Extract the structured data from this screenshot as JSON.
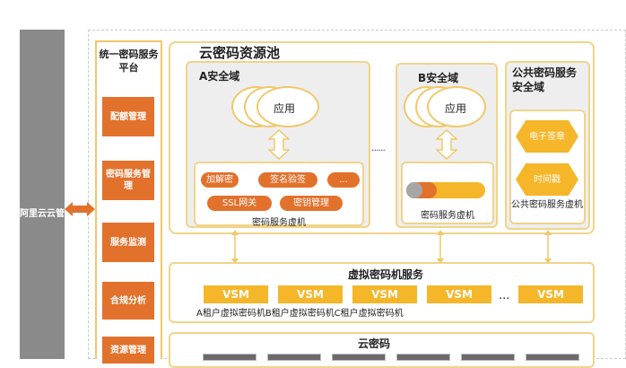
{
  "cloud": {
    "label": "阿里云云管"
  },
  "management": {
    "title": "统一密码服务平台",
    "items": [
      "配额管理",
      "密码服务管理",
      "服务监测",
      "合规分析",
      "资源管理"
    ]
  },
  "pool": {
    "title": "云密码资源池",
    "domain_a": {
      "title": "A安全域",
      "app_label": "应用",
      "pills": [
        "加解密",
        "签名验签",
        "...",
        "SSL网关",
        "密钥管理"
      ],
      "vm_label": "密码服务虚机"
    },
    "ellipsis": "......",
    "domain_b": {
      "title": "B安全域",
      "app_label": "应用",
      "vm_label": "密码服务虚机"
    },
    "public": {
      "title": "公共密码服务 安全域",
      "hexes": [
        "电子签章",
        "时间戳"
      ],
      "vm_label": "公共密码服务虚机"
    }
  },
  "vsm_section": {
    "title": "虚拟密码机服务",
    "vsm_labels": [
      "VSM",
      "VSM",
      "VSM",
      "VSM",
      "VSM"
    ],
    "ellipsis": "...",
    "tenants": "A租户虚拟密码机B租户虚拟密码机C租户虚拟密码机"
  },
  "cipher": {
    "title": "云密码"
  },
  "colors": {
    "orange": "#e2712c",
    "yellow": "#f5b62a",
    "border": "#f0d48a",
    "gray_bar": "#8a8a8a"
  }
}
